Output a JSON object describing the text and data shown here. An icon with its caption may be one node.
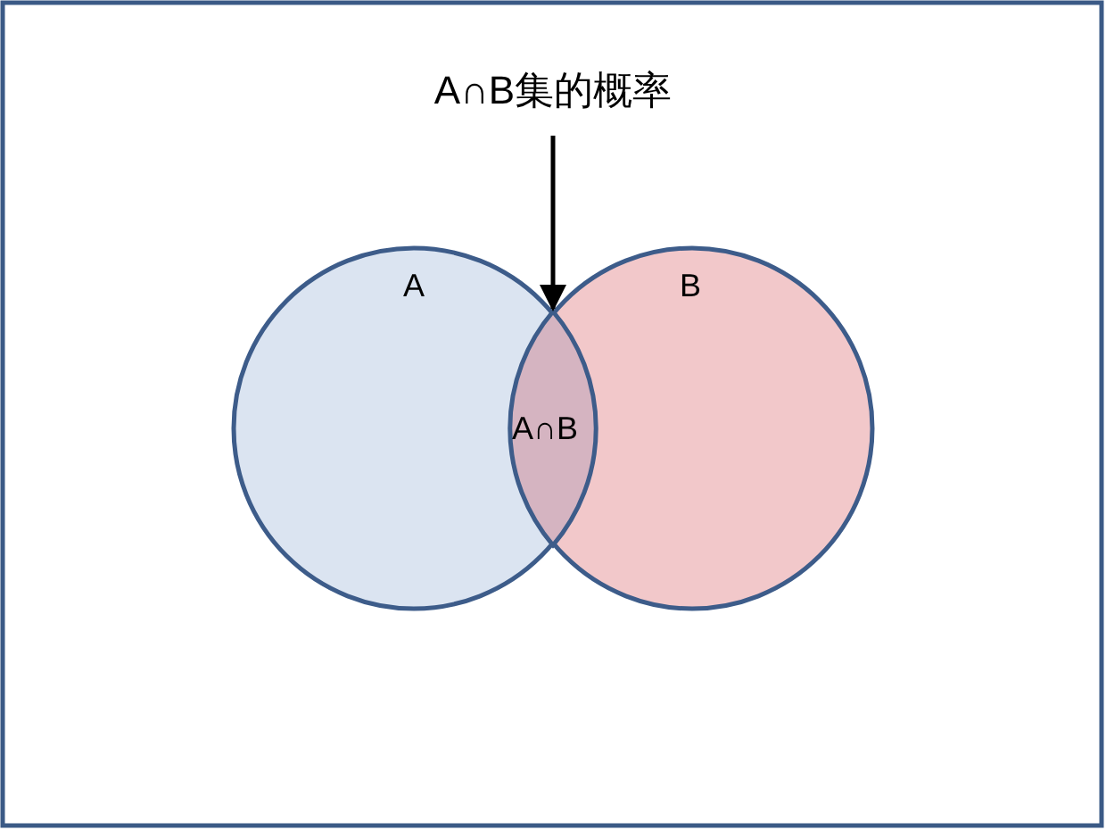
{
  "diagram": {
    "nodes": [
      {
        "text": [
          "A∩B集的概率"
        ]
      },
      {
        "text": [
          "A"
        ]
      },
      {
        "text": [
          "B"
        ]
      },
      {
        "text": [
          "A∩B"
        ]
      }
    ],
    "edges": [
      {
        "from": 0,
        "to": 3,
        "arrow": "to"
      }
    ]
  }
}
